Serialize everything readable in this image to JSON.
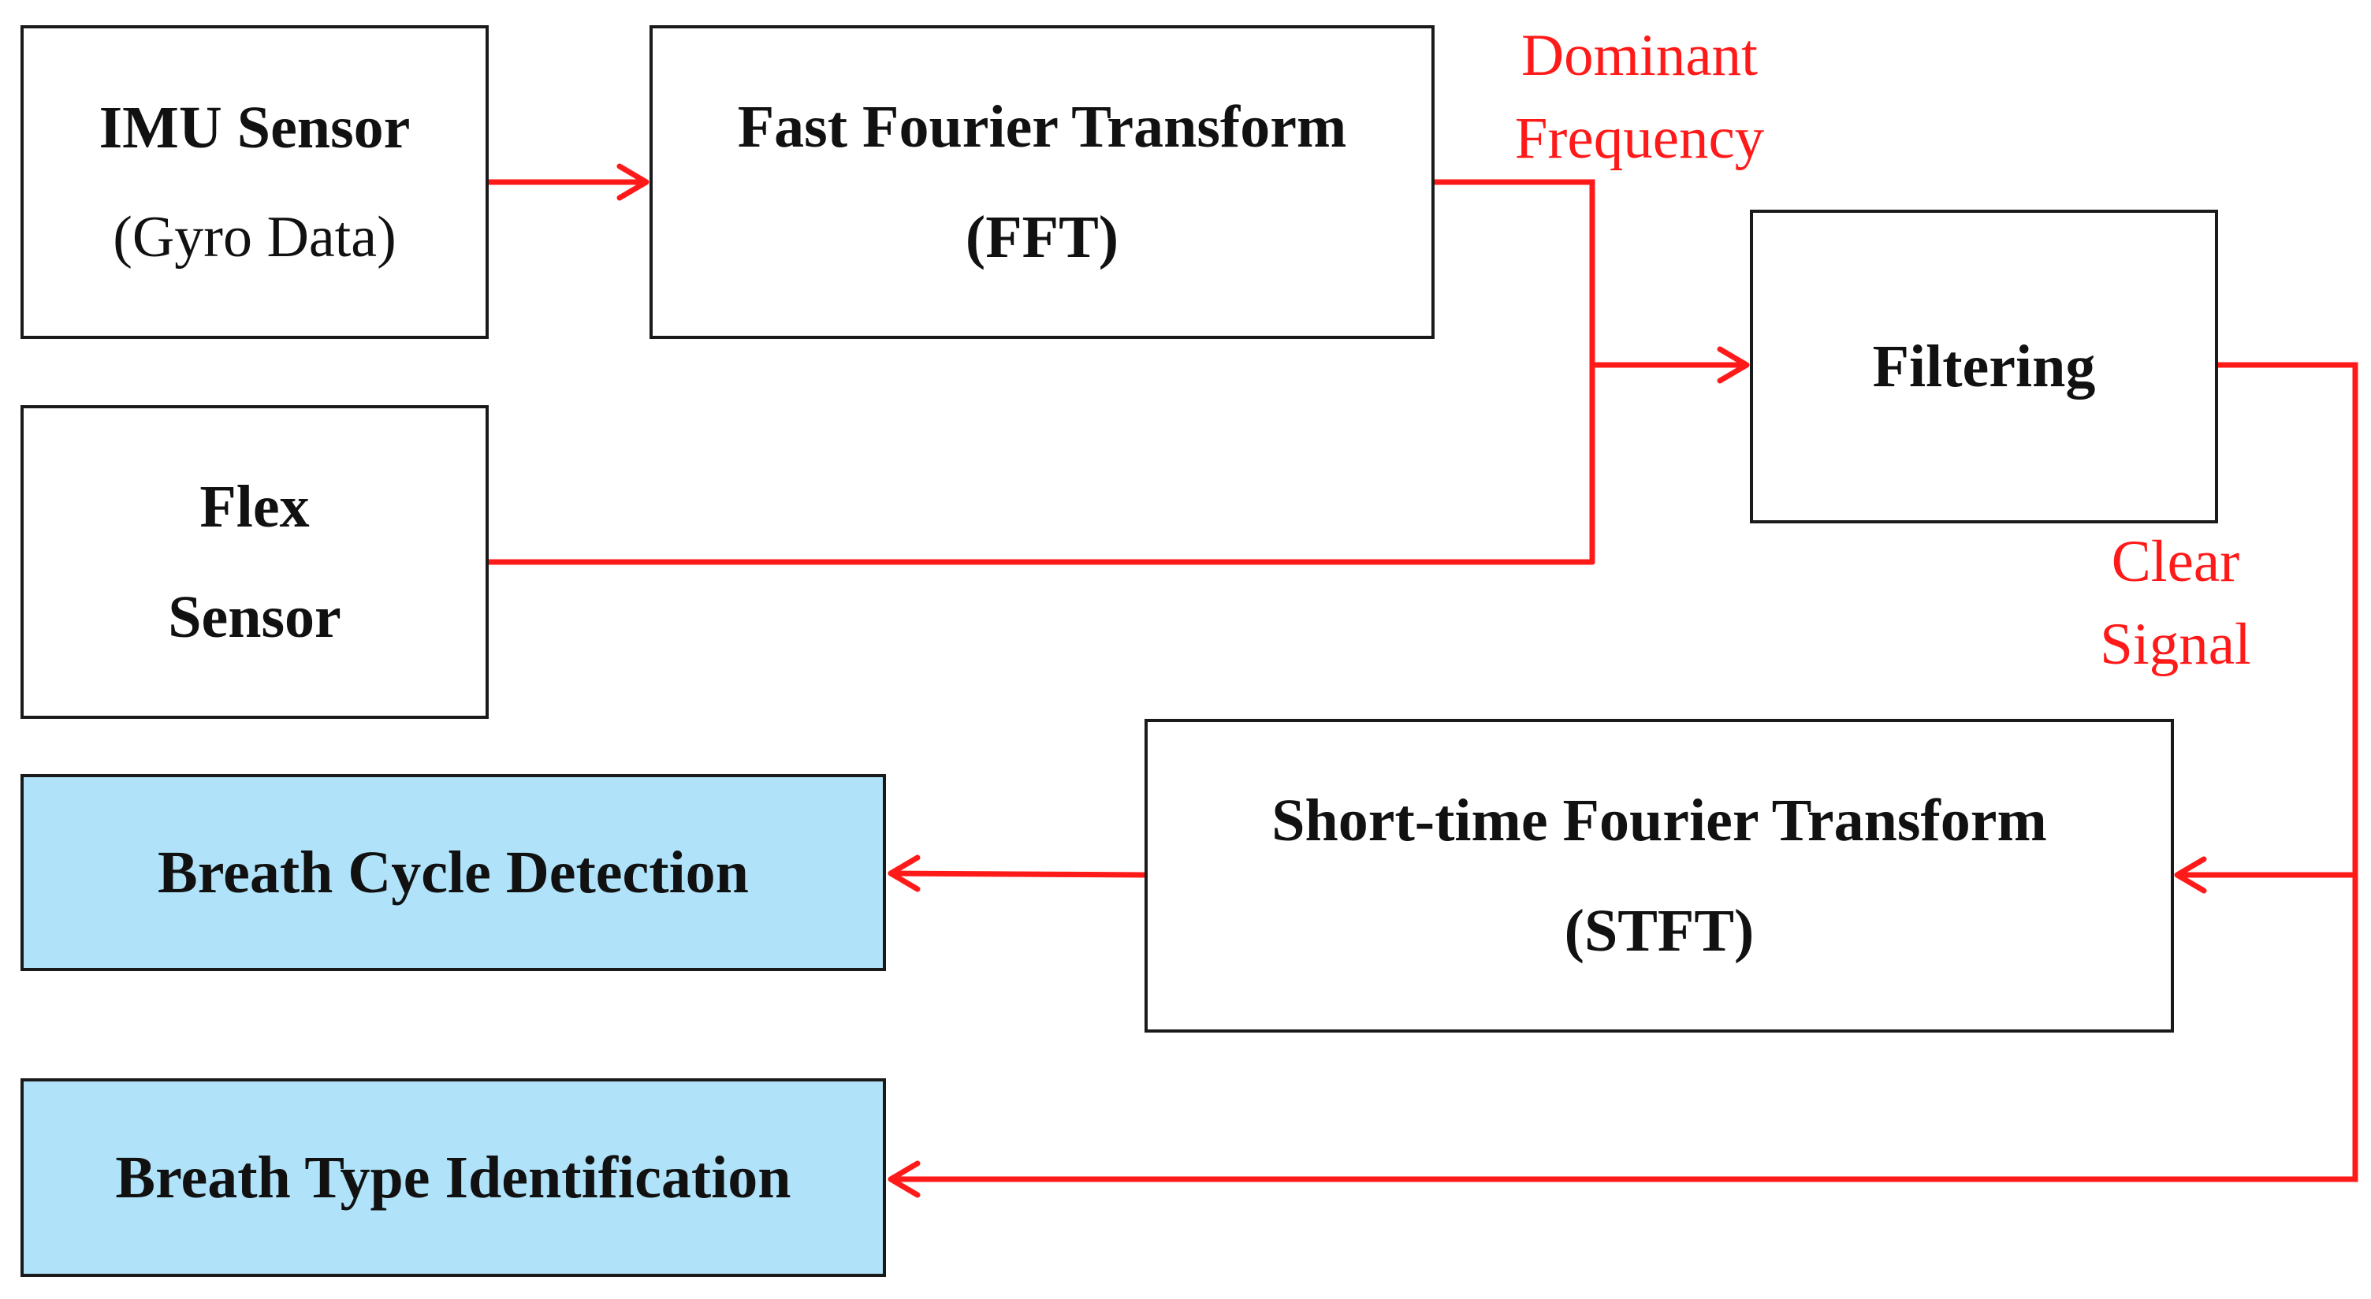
{
  "colors": {
    "connector": "#ff1a1a",
    "box_border": "#1a1a1a",
    "output_fill": "#b0e3fa",
    "text": "#111111"
  },
  "nodes": {
    "imu_sensor": {
      "title": "IMU Sensor",
      "subtitle": "(Gyro Data)"
    },
    "fft": {
      "title": "Fast Fourier Transform",
      "subtitle": "(FFT)"
    },
    "flex_sensor": {
      "line1": "Flex",
      "line2": "Sensor"
    },
    "filtering": {
      "title": "Filtering"
    },
    "stft": {
      "title": "Short-time Fourier Transform",
      "subtitle": "(STFT)"
    },
    "breath_cycle": {
      "title": "Breath Cycle Detection"
    },
    "breath_type": {
      "title": "Breath Type Identification"
    }
  },
  "edge_labels": {
    "dominant_frequency": {
      "line1": "Dominant",
      "line2": "Frequency"
    },
    "clear_signal": {
      "line1": "Clear",
      "line2": "Signal"
    }
  },
  "edges": [
    {
      "from": "imu_sensor",
      "to": "fft"
    },
    {
      "from": "fft",
      "to": "filtering",
      "label": "dominant_frequency"
    },
    {
      "from": "flex_sensor",
      "to": "filtering"
    },
    {
      "from": "filtering",
      "to": "stft",
      "label": "clear_signal"
    },
    {
      "from": "filtering",
      "to": "breath_type"
    },
    {
      "from": "stft",
      "to": "breath_cycle"
    }
  ]
}
